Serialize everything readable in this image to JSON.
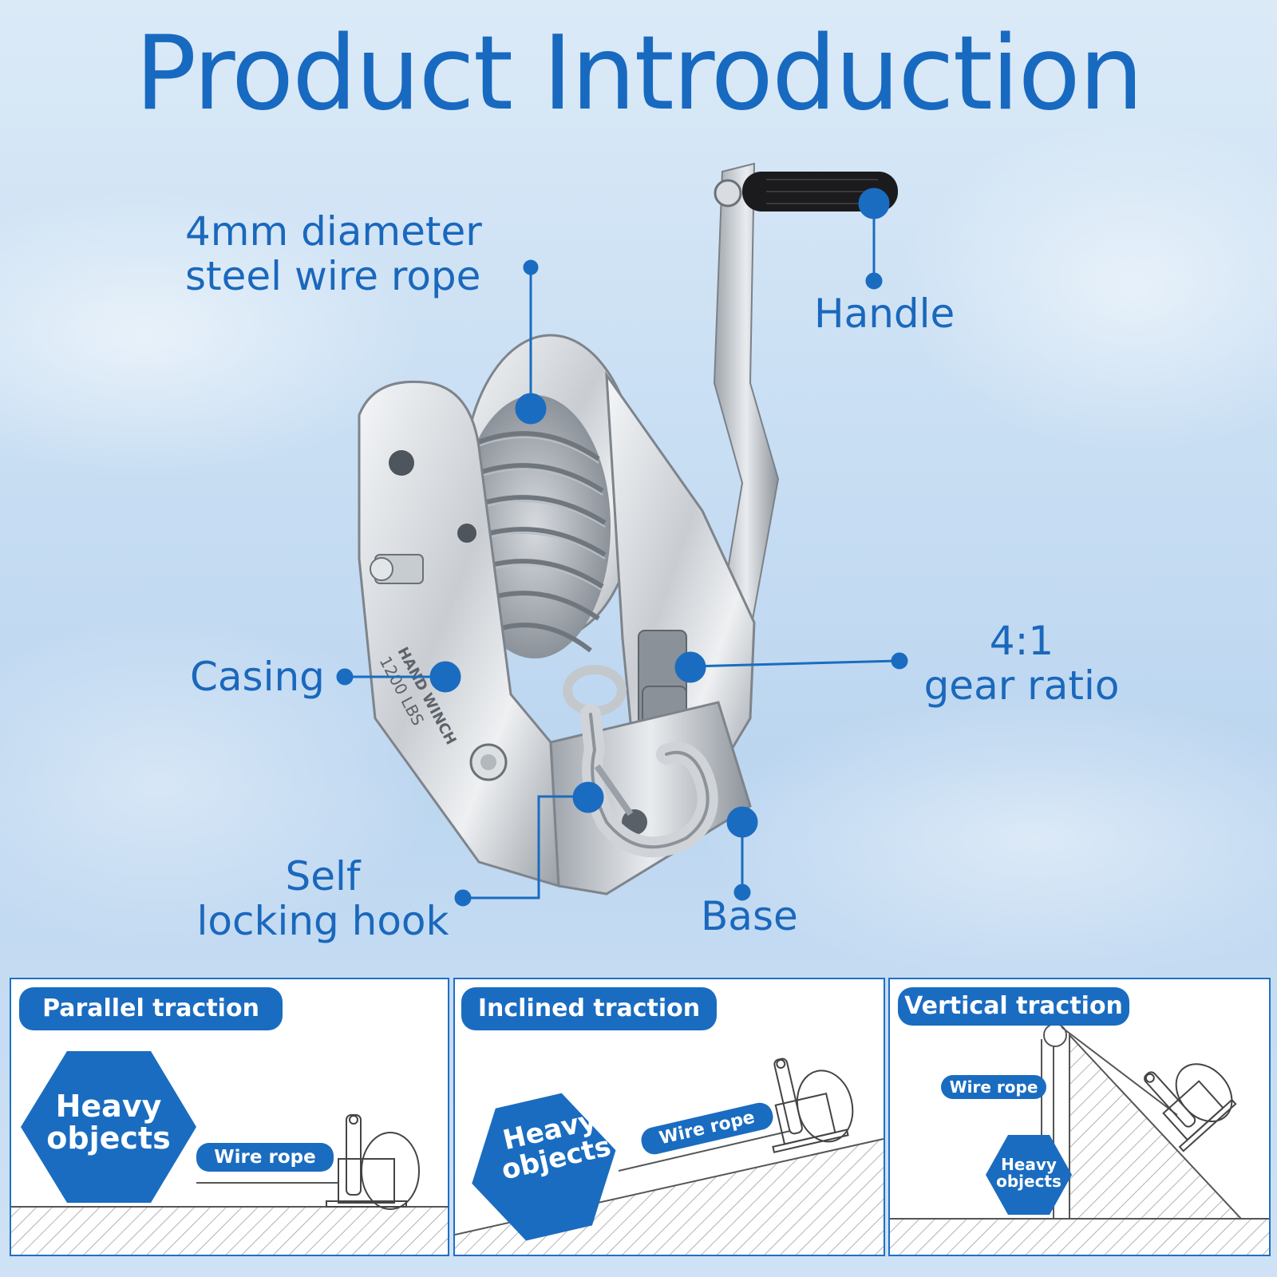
{
  "title": "Product Introduction",
  "callouts": {
    "rope": {
      "line1": "4mm diameter",
      "line2": "steel wire rope"
    },
    "handle": "Handle",
    "casing": "Casing",
    "gear": {
      "line1": "4:1",
      "line2": "gear ratio"
    },
    "hook": {
      "line1": "Self",
      "line2": "locking hook"
    },
    "base": "Base"
  },
  "winch": {
    "plate_text1": "HAND WINCH",
    "plate_text2": "1200 LBS"
  },
  "panels": [
    {
      "label": "Parallel traction",
      "heavy": [
        "Heavy",
        "objects"
      ],
      "rope": "Wire rope"
    },
    {
      "label": "Inclined traction",
      "heavy": [
        "Heavy",
        "objects"
      ],
      "rope": "Wire rope"
    },
    {
      "label": "Vertical traction",
      "heavy": [
        "Heavy",
        "objects"
      ],
      "rope": "Wire rope"
    }
  ],
  "colors": {
    "accent": "#1a6cc0",
    "title": "#1869c0",
    "background": "#c8def3"
  }
}
